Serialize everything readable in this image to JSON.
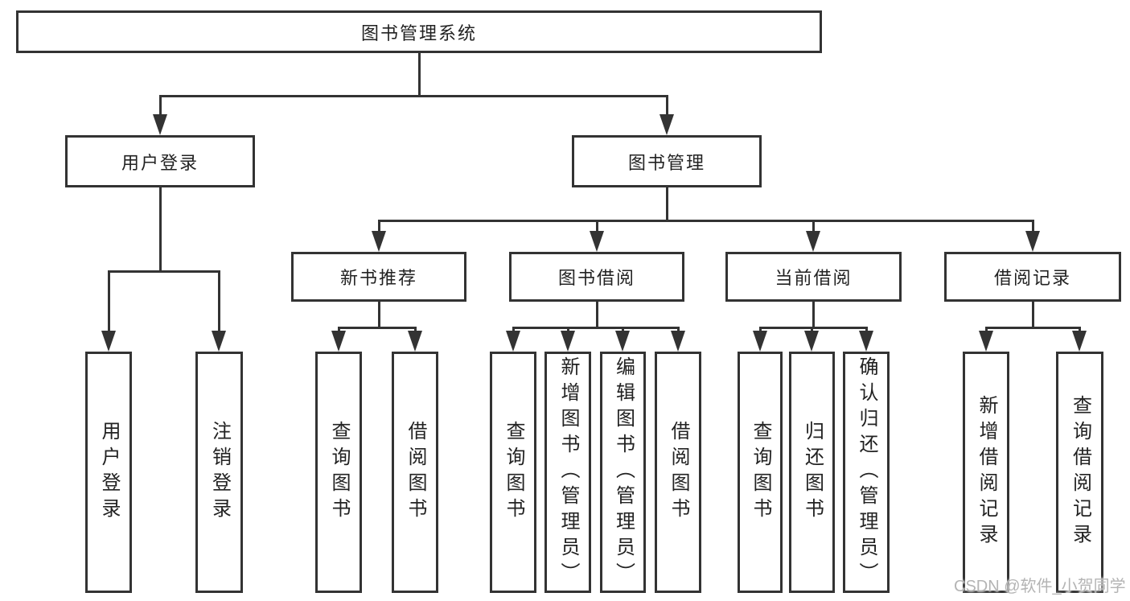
{
  "tree": {
    "label": "图书管理系统",
    "children": [
      {
        "label": "用户登录",
        "children": [
          {
            "label": "用户登录"
          },
          {
            "label": "注销登录"
          }
        ]
      },
      {
        "label": "图书管理",
        "children": [
          {
            "label": "新书推荐",
            "children": [
              {
                "label": "查询图书"
              },
              {
                "label": "借阅图书"
              }
            ]
          },
          {
            "label": "图书借阅",
            "children": [
              {
                "label": "查询图书"
              },
              {
                "label": "新增图书（管理员）"
              },
              {
                "label": "编辑图书（管理员）"
              },
              {
                "label": "借阅图书"
              }
            ]
          },
          {
            "label": "当前借阅",
            "children": [
              {
                "label": "查询图书"
              },
              {
                "label": "归还图书"
              },
              {
                "label": "确认归还（管理员）"
              }
            ]
          },
          {
            "label": "借阅记录",
            "children": [
              {
                "label": "新增借阅记录"
              },
              {
                "label": "查询借阅记录"
              }
            ]
          }
        ]
      }
    ]
  },
  "watermark": {
    "text": "CSDN @软件_小贺同学"
  },
  "colors": {
    "line": "#333333",
    "text": "#222222",
    "watermark": "#b4b4b4"
  }
}
